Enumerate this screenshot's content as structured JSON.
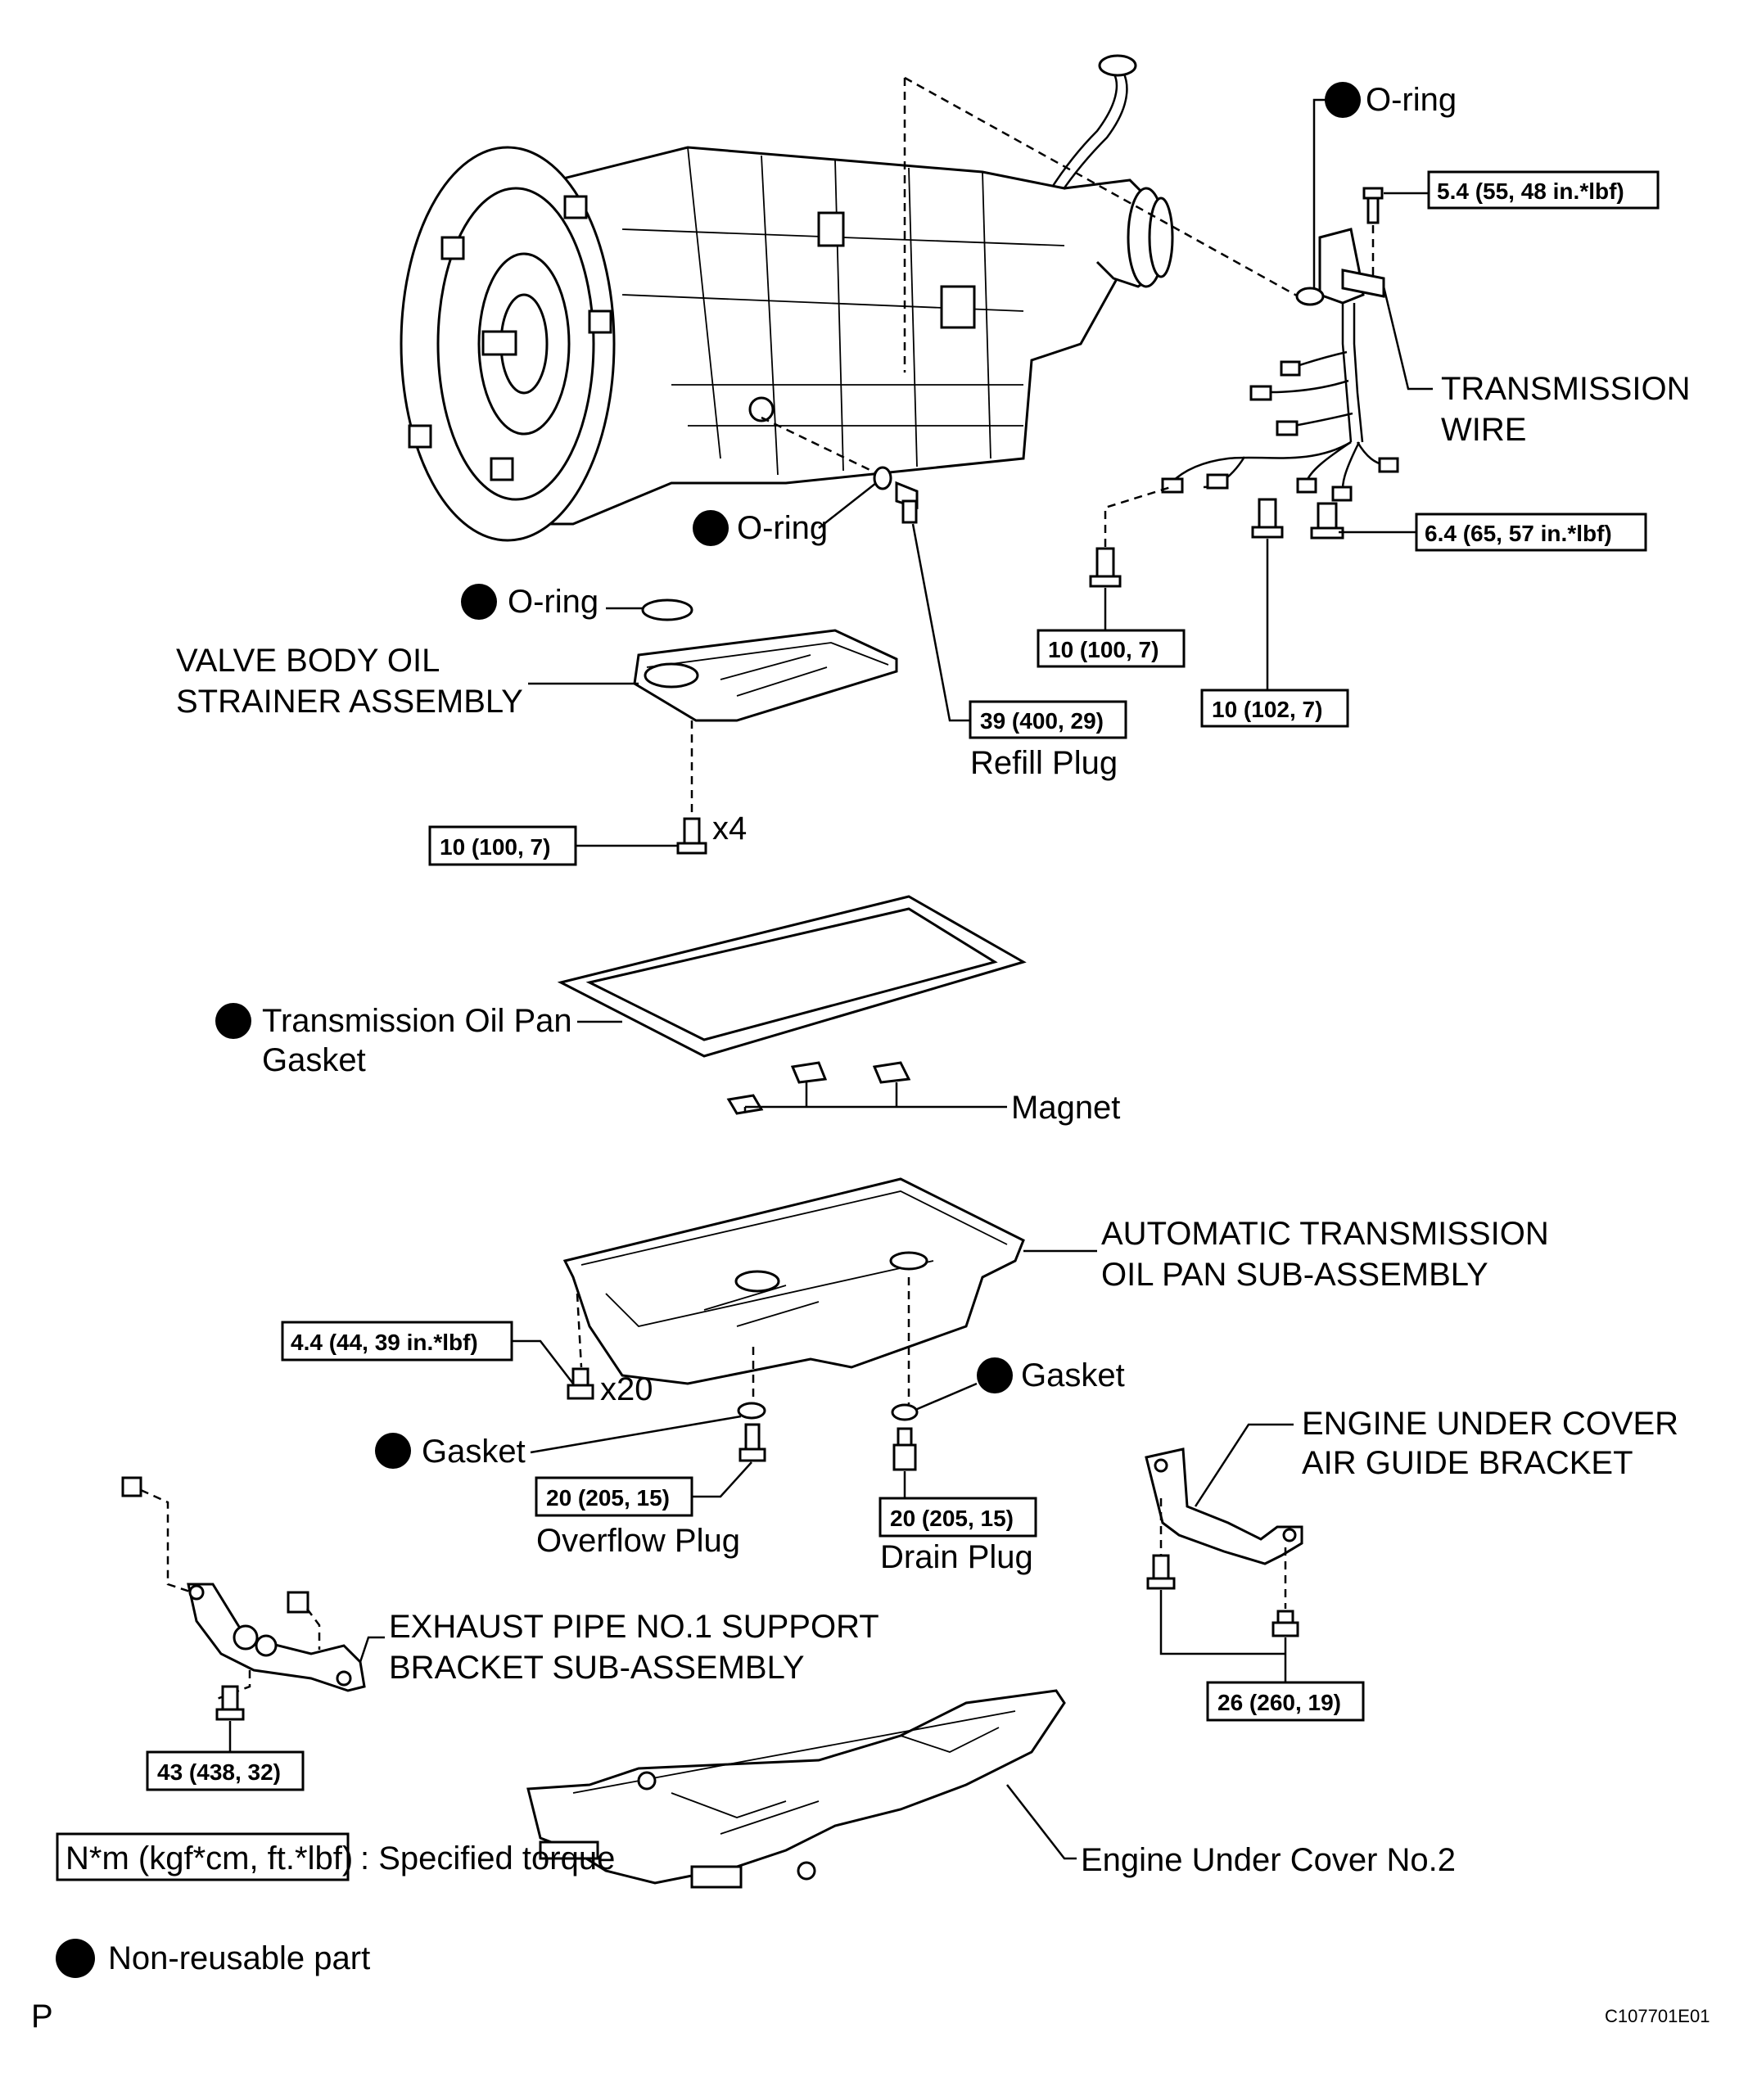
{
  "labels": {
    "oring_top": "O-ring",
    "oring_mid": "O-ring",
    "oring_left": "O-ring",
    "transmission_wire_l1": "TRANSMISSION",
    "transmission_wire_l2": "WIRE",
    "strainer_l1": "VALVE BODY OIL",
    "strainer_l2": "STRAINER ASSEMBLY",
    "refill_plug": "Refill Plug",
    "qty_x4": "x4",
    "pan_gasket_l1": "Transmission Oil Pan",
    "pan_gasket_l2": "Gasket",
    "magnet": "Magnet",
    "oil_pan_l1": "AUTOMATIC TRANSMISSION",
    "oil_pan_l2": "OIL PAN SUB-ASSEMBLY",
    "qty_x20": "x20",
    "gasket_right": "Gasket",
    "gasket_left": "Gasket",
    "overflow_plug": "Overflow Plug",
    "drain_plug": "Drain Plug",
    "air_guide_l1": "ENGINE UNDER COVER",
    "air_guide_l2": "AIR GUIDE BRACKET",
    "exhaust_l1": "EXHAUST PIPE NO.1 SUPPORT",
    "exhaust_l2": "BRACKET SUB-ASSEMBLY",
    "under_cover": "Engine Under Cover No.2",
    "legend_torque_box": "N*m (kgf*cm, ft.*lbf)",
    "legend_torque_text": ": Specified torque",
    "legend_nonreusable": "Non-reusable part",
    "corner_p": "P",
    "figure_id": "C107701E01"
  },
  "torques": {
    "wire_top": "5.4 (55, 48 in.*lbf)",
    "wire_bottom": "6.4 (65, 57 in.*lbf)",
    "wire_bolt_a": "10 (100, 7)",
    "wire_bolt_b": "10 (102, 7)",
    "refill_plug": "39 (400, 29)",
    "strainer": "10 (100, 7)",
    "pan_bolts": "4.4 (44, 39 in.*lbf)",
    "overflow_plug": "20 (205, 15)",
    "drain_plug": "20 (205, 15)",
    "air_guide": "26 (260, 19)",
    "exhaust": "43 (438, 32)"
  }
}
